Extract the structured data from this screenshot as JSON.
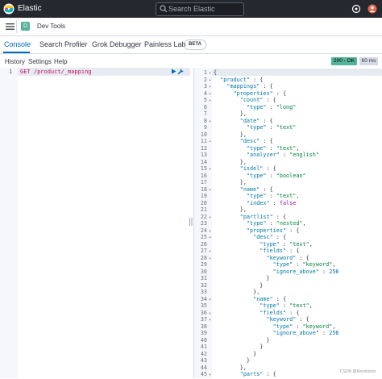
{
  "topbar": {
    "brand": "Elastic",
    "search_placeholder": "Search Elastic"
  },
  "breadcrumb": {
    "badge": "D",
    "label": "Dev Tools"
  },
  "tabs": [
    {
      "label": "Console",
      "active": true
    },
    {
      "label": "Search Profiler"
    },
    {
      "label": "Grok Debugger"
    },
    {
      "label": "Painless Lab"
    }
  ],
  "beta_label": "BETA",
  "toolbar": {
    "history": "History",
    "settings": "Settings",
    "help": "Help"
  },
  "response_meta": {
    "status": "200 - OK",
    "time": "60 ms"
  },
  "request": {
    "line_number": "1",
    "text": "GET /product/_mapping"
  },
  "response_lines": [
    "{",
    "  \"product\" : {",
    "    \"mappings\" : {",
    "      \"properties\" : {",
    "        \"count\" : {",
    "          \"type\" : \"long\"",
    "        },",
    "        \"date\" : {",
    "          \"type\" : \"text\"",
    "        },",
    "        \"desc\" : {",
    "          \"type\" : \"text\",",
    "          \"analyzer\" : \"english\"",
    "        },",
    "        \"isdel\" : {",
    "          \"type\" : \"boolean\"",
    "        },",
    "        \"name\" : {",
    "          \"type\" : \"text\",",
    "          \"index\" : false",
    "        },",
    "        \"partlist\" : {",
    "          \"type\" : \"nested\",",
    "          \"properties\" : {",
    "            \"desc\" : {",
    "              \"type\" : \"text\",",
    "              \"fields\" : {",
    "                \"keyword\" : {",
    "                  \"type\" : \"keyword\",",
    "                  \"ignore_above\" : 256",
    "                }",
    "              }",
    "            },",
    "            \"name\" : {",
    "              \"type\" : \"text\",",
    "              \"fields\" : {",
    "                \"keyword\" : {",
    "                  \"type\" : \"keyword\",",
    "                  \"ignore_above\" : 256",
    "                }",
    "              }",
    "            }",
    "          }",
    "        },",
    "        \"parts\" : {"
  ],
  "watermark": "CSDN @Revolution",
  "colors": {
    "accent": "#006bb8",
    "status_ok": "#54b399",
    "topbar": "#25282f"
  }
}
